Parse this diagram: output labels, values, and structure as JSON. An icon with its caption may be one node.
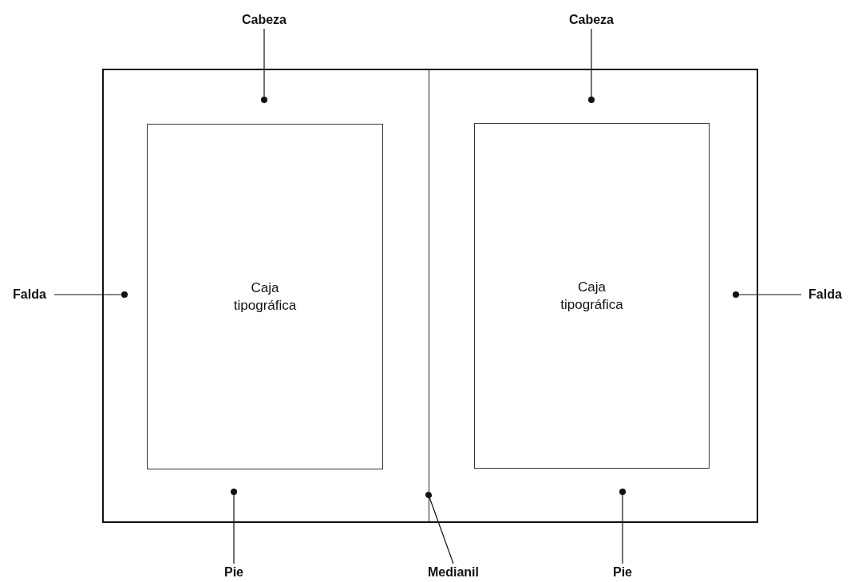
{
  "diagram": {
    "nodes": [
      {
        "text": [
          "Cabeza"
        ]
      },
      {
        "text": [
          "Cabeza"
        ]
      },
      {
        "text": [],
        "shape": "box"
      },
      {
        "text": [
          "Falda"
        ]
      },
      {
        "text": [
          "Caja tipográfica"
        ],
        "in": 2
      },
      {
        "text": [
          "Caja tipográfica"
        ],
        "in": 2
      },
      {
        "text": [
          "Falda"
        ]
      },
      {
        "text": [
          "Pie"
        ]
      },
      {
        "text": [
          "Medianil"
        ]
      },
      {
        "text": [
          "Pie"
        ]
      }
    ],
    "edges": [
      {
        "from": 0,
        "to": null,
        "arrow": "other"
      },
      {
        "from": 1,
        "to": null,
        "arrow": "other"
      },
      {
        "from": 3,
        "to": null,
        "arrow": "other"
      },
      {
        "from": 6,
        "to": null,
        "arrow": "other"
      },
      {
        "from": 7,
        "to": null,
        "arrow": "other"
      },
      {
        "from": 8,
        "to": null,
        "arrow": "other"
      },
      {
        "from": 9,
        "to": null,
        "arrow": "other"
      }
    ]
  }
}
